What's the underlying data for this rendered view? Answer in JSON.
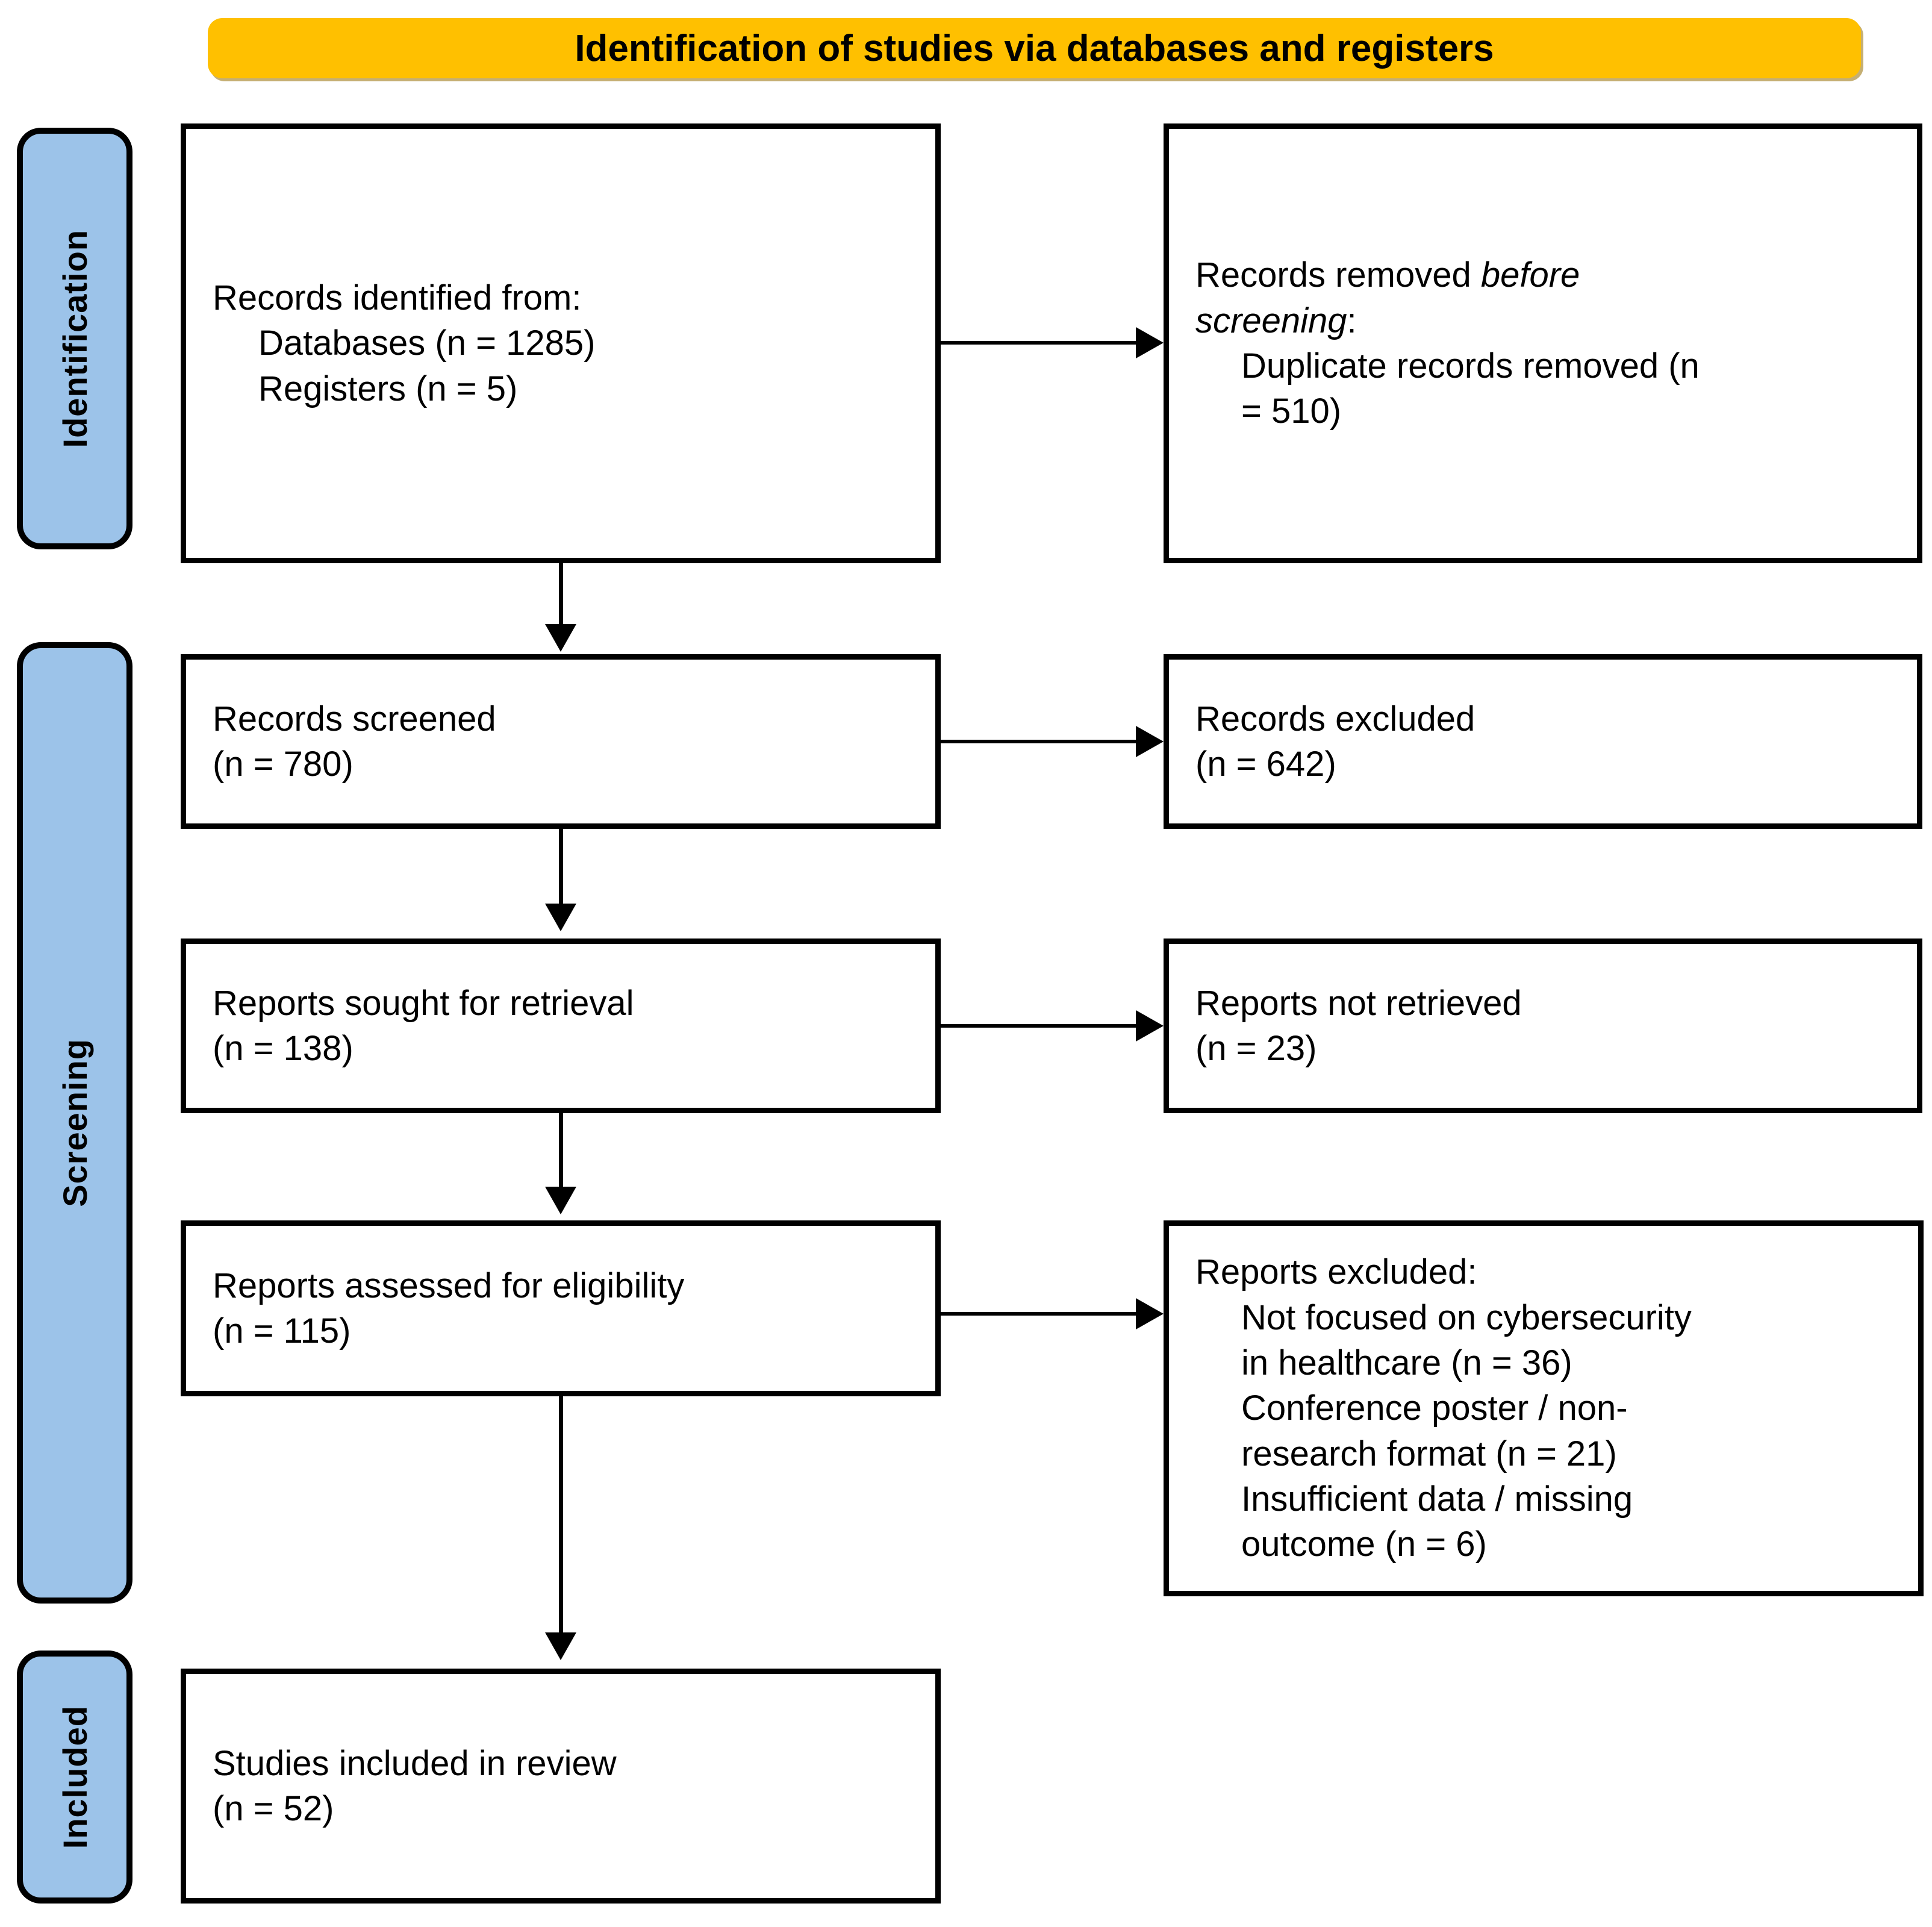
{
  "header": {
    "title": "Identification of studies via databases and registers",
    "background_color": "#FFC000",
    "text_color": "#000000"
  },
  "stages": {
    "accent_color": "#9CC3E9",
    "items": [
      {
        "id": "identification",
        "label": "Identification"
      },
      {
        "id": "screening",
        "label": "Screening"
      },
      {
        "id": "included",
        "label": "Included"
      }
    ]
  },
  "boxes": {
    "identified": {
      "line1": "Records identified from:",
      "line2": "Databases (n = 1285)",
      "line3": "Registers (n = 5)"
    },
    "removed_before_screening": {
      "line1_prefix": "Records removed ",
      "line1_italic": "before",
      "line2_italic": "screening",
      "line2_suffix": ":",
      "line3": "Duplicate records removed (n",
      "line4": "= 510)"
    },
    "records_screened": {
      "line1": "Records screened",
      "line2": "(n = 780)"
    },
    "records_excluded": {
      "line1": "Records excluded",
      "line2": "(n = 642)"
    },
    "reports_sought": {
      "line1": "Reports sought for retrieval",
      "line2": "(n = 138)"
    },
    "reports_not_retrieved": {
      "line1": "Reports not retrieved",
      "line2": "(n = 23)"
    },
    "reports_assessed": {
      "line1": "Reports assessed for eligibility",
      "line2": "(n = 115)"
    },
    "reports_excluded": {
      "line1": "Reports excluded:",
      "line2": "Not focused on cybersecurity",
      "line3": "in healthcare (n = 36)",
      "line4": "Conference poster / non-",
      "line5": "research format (n = 21)",
      "line6": "Insufficient data / missing",
      "line7": "outcome (n = 6)"
    },
    "studies_included": {
      "line1": "Studies included in review",
      "line2": "(n = 52)"
    }
  },
  "chart_data": {
    "type": "diagram",
    "title": "Identification of studies via databases and registers",
    "flow": [
      {
        "stage": "Identification",
        "node": "Records identified from: Databases",
        "n": 1285
      },
      {
        "stage": "Identification",
        "node": "Records identified from: Registers",
        "n": 5
      },
      {
        "stage": "Identification",
        "node": "Duplicate records removed before screening",
        "n": 510
      },
      {
        "stage": "Screening",
        "node": "Records screened",
        "n": 780
      },
      {
        "stage": "Screening",
        "node": "Records excluded",
        "n": 642
      },
      {
        "stage": "Screening",
        "node": "Reports sought for retrieval",
        "n": 138
      },
      {
        "stage": "Screening",
        "node": "Reports not retrieved",
        "n": 23
      },
      {
        "stage": "Screening",
        "node": "Reports assessed for eligibility",
        "n": 115
      },
      {
        "stage": "Screening",
        "node": "Excluded: Not focused on cybersecurity in healthcare",
        "n": 36
      },
      {
        "stage": "Screening",
        "node": "Excluded: Conference poster / non-research format",
        "n": 21
      },
      {
        "stage": "Screening",
        "node": "Excluded: Insufficient data / missing outcome",
        "n": 6
      },
      {
        "stage": "Included",
        "node": "Studies included in review",
        "n": 52
      }
    ]
  }
}
